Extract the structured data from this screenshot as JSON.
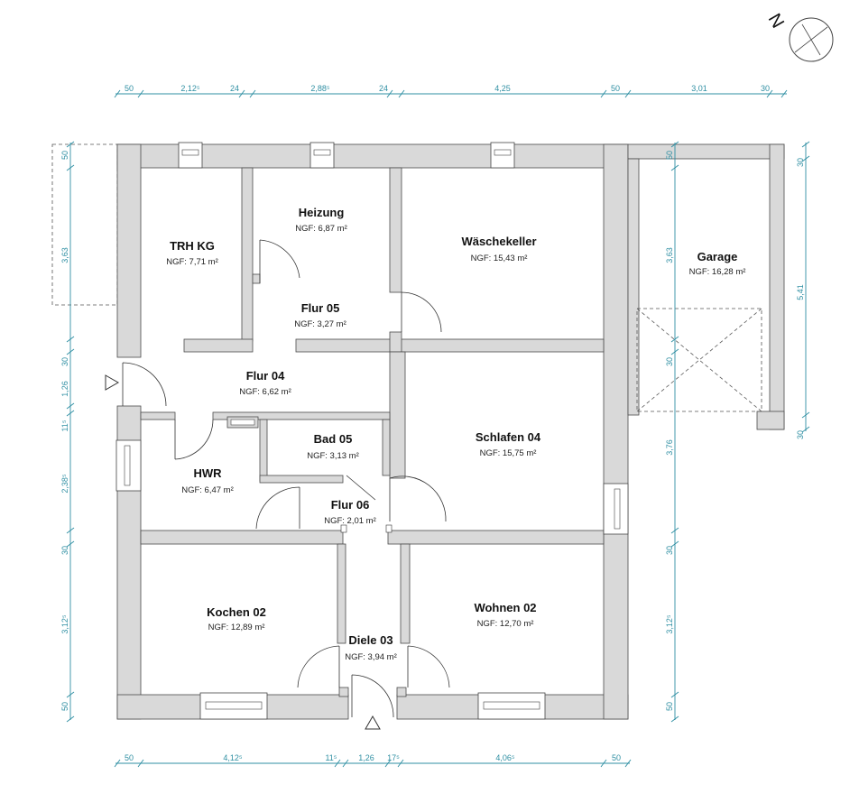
{
  "compass": {
    "label": "N"
  },
  "rooms": [
    {
      "name": "TRH KG",
      "area_label": "NGF: 7,71 m²"
    },
    {
      "name": "Heizung",
      "area_label": "NGF: 6,87 m²"
    },
    {
      "name": "Wäschekeller",
      "area_label": "NGF: 15,43 m²"
    },
    {
      "name": "Garage",
      "area_label": "NGF: 16,28 m²"
    },
    {
      "name": "Flur 05",
      "area_label": "NGF: 3,27 m²"
    },
    {
      "name": "Flur 04",
      "area_label": "NGF: 6,62 m²"
    },
    {
      "name": "Bad 05",
      "area_label": "NGF: 3,13 m²"
    },
    {
      "name": "Schlafen 04",
      "area_label": "NGF: 15,75 m²"
    },
    {
      "name": "HWR",
      "area_label": "NGF: 6,47 m²"
    },
    {
      "name": "Flur 06",
      "area_label": "NGF: 2,01 m²"
    },
    {
      "name": "Kochen 02",
      "area_label": "NGF: 12,89 m²"
    },
    {
      "name": "Wohnen 02",
      "area_label": "NGF: 12,70 m²"
    },
    {
      "name": "Diele 03",
      "area_label": "NGF: 3,94 m²"
    }
  ],
  "dimensions": {
    "top": [
      "50",
      "2,12⁵",
      "24",
      "2,88⁵",
      "24",
      "4,25",
      "50",
      "3,01",
      "30"
    ],
    "bottom": [
      "50",
      "4,12⁵",
      "11⁵",
      "1,26",
      "17⁵",
      "4,06⁵",
      "50"
    ],
    "left": [
      "50",
      "3,63",
      "30",
      "1,26",
      "11⁵",
      "2,38⁵",
      "30",
      "3,12⁵",
      "50"
    ],
    "middle": [
      "50",
      "3,63",
      "30",
      "3,76",
      "30",
      "3,12⁵",
      "50"
    ],
    "right": [
      "30",
      "5,41",
      "30"
    ]
  }
}
